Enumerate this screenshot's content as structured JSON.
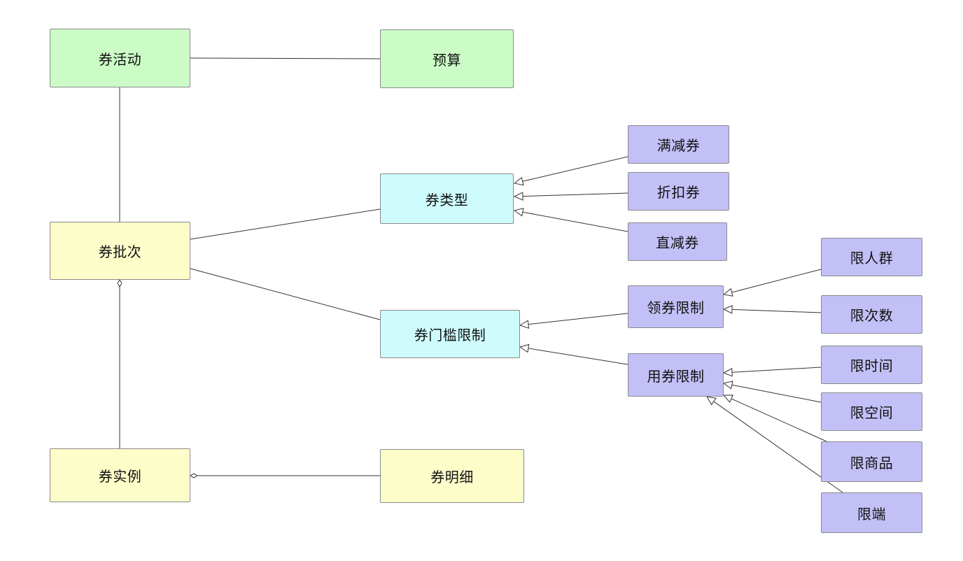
{
  "diagram": {
    "colors": {
      "green": "#ccfcc6",
      "yellow": "#fdfdca",
      "cyan": "#cefcfc",
      "purple": "#c2c0f6",
      "line": "#333333"
    },
    "nodes": {
      "coupon_activity": "券活动",
      "budget": "预算",
      "coupon_batch": "券批次",
      "coupon_instance": "券实例",
      "coupon_detail": "券明细",
      "coupon_type": "券类型",
      "coupon_threshold": "券门槛限制",
      "full_reduction": "满减券",
      "discount": "折扣券",
      "direct_reduction": "直减券",
      "claim_limit": "领券限制",
      "use_limit": "用券限制",
      "limit_crowd": "限人群",
      "limit_times": "限次数",
      "limit_time": "限时间",
      "limit_space": "限空间",
      "limit_goods": "限商品",
      "limit_terminal": "限端"
    },
    "edges": [
      {
        "from": "coupon_activity",
        "to": "budget",
        "kind": "association"
      },
      {
        "from": "coupon_activity",
        "to": "coupon_batch",
        "kind": "association"
      },
      {
        "from": "coupon_instance",
        "to": "coupon_batch",
        "kind": "aggregation"
      },
      {
        "from": "coupon_detail",
        "to": "coupon_instance",
        "kind": "aggregation"
      },
      {
        "from": "coupon_batch",
        "to": "coupon_type",
        "kind": "association"
      },
      {
        "from": "coupon_batch",
        "to": "coupon_threshold",
        "kind": "association"
      },
      {
        "from": "full_reduction",
        "to": "coupon_type",
        "kind": "generalization"
      },
      {
        "from": "discount",
        "to": "coupon_type",
        "kind": "generalization"
      },
      {
        "from": "direct_reduction",
        "to": "coupon_type",
        "kind": "generalization"
      },
      {
        "from": "claim_limit",
        "to": "coupon_threshold",
        "kind": "generalization"
      },
      {
        "from": "use_limit",
        "to": "coupon_threshold",
        "kind": "generalization"
      },
      {
        "from": "limit_crowd",
        "to": "claim_limit",
        "kind": "generalization"
      },
      {
        "from": "limit_times",
        "to": "claim_limit",
        "kind": "generalization"
      },
      {
        "from": "limit_time",
        "to": "use_limit",
        "kind": "generalization"
      },
      {
        "from": "limit_space",
        "to": "use_limit",
        "kind": "generalization"
      },
      {
        "from": "limit_goods",
        "to": "use_limit",
        "kind": "generalization"
      },
      {
        "from": "limit_terminal",
        "to": "use_limit",
        "kind": "generalization"
      }
    ]
  }
}
